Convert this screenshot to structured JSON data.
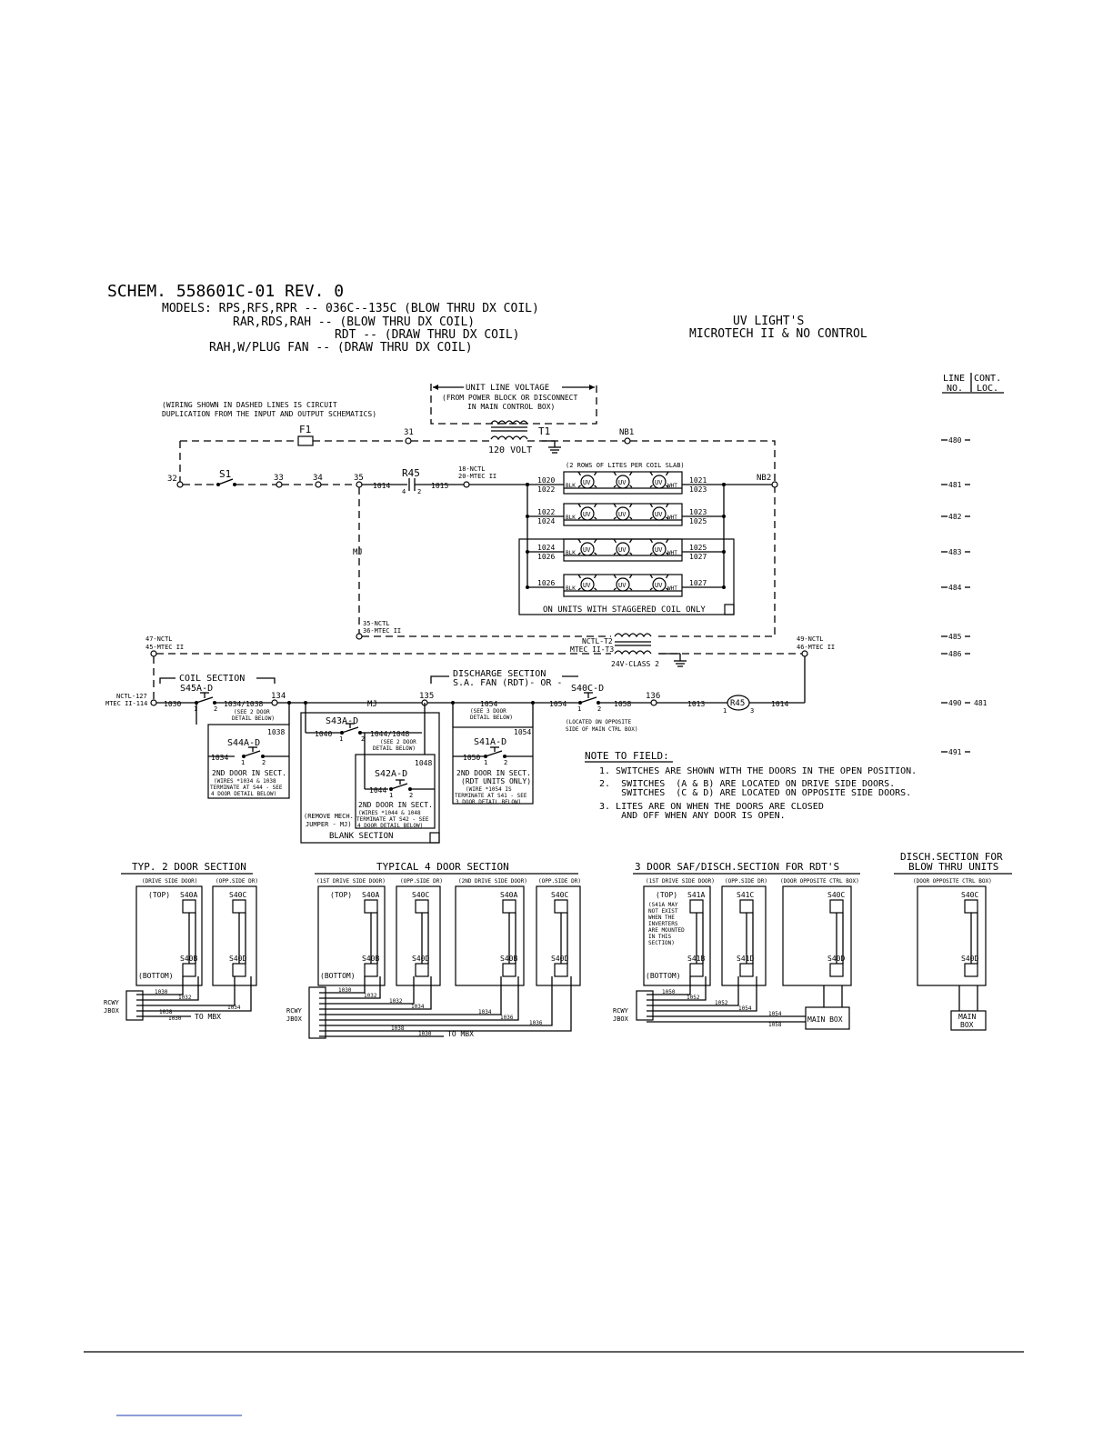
{
  "header": {
    "line1": "SCHEM.   558601C-01   REV. 0",
    "models": [
      "MODELS: RPS,RFS,RPR -- 036C--135C (BLOW THRU DX COIL)",
      "RAR,RDS,RAH -- (BLOW THRU DX COIL)",
      "RDT -- (DRAW THRU DX COIL)",
      "RAH,W/PLUG FAN -- (DRAW THRU DX COIL)"
    ],
    "title1": "UV LIGHT'S",
    "title2": "MICROTECH II & NO CONTROL"
  },
  "col_headers": {
    "line_no_1": "LINE",
    "line_no_2": "NO.",
    "cont_loc_1": "CONT.",
    "cont_loc_2": "LOC."
  },
  "line_numbers": [
    "480",
    "481",
    "482",
    "483",
    "484",
    "485",
    "486",
    "490",
    "481",
    "491"
  ],
  "notes_top": {
    "dashed_1": "(WIRING SHOWN IN DASHED LINES IS CIRCUIT",
    "dashed_2": "DUPLICATION FROM THE INPUT AND OUTPUT SCHEMATICS)",
    "voltage_1": "UNIT LINE VOLTAGE",
    "voltage_2": "(FROM POWER BLOCK OR DISCONNECT",
    "voltage_3": "IN MAIN CONTROL BOX)"
  },
  "labels": {
    "F1": "F1",
    "T1": "T1",
    "V120": "120  VOLT",
    "w31": "31",
    "NB1": "NB1",
    "NB2": "NB2",
    "w32": "32",
    "S1": "S1",
    "w33": "33",
    "w34": "34",
    "w35": "35",
    "R45": "R45",
    "w1014": "1014",
    "w1015": "1015",
    "c4": "4",
    "c2": "2",
    "nctl18": "18-NCTL",
    "mtec20": "20-MTEC II",
    "rows": "(2 ROWS OF LITES PER COIL SLAB)",
    "staggered": "ON UNITS WITH STAGGERED COIL ONLY",
    "MJ": "MJ",
    "nctl35": "35-NCTL",
    "mtec36": "36-MTEC II",
    "nctl47": "47-NCTL",
    "mtec45": "45-MTEC II",
    "nctl49": "49-NCTL",
    "mtec46": "46-MTEC II",
    "t2a": "NCTL-T2",
    "t2b": "MTEC II-T3",
    "class2": "24V-CLASS 2",
    "coil_section": "COIL SECTION",
    "disch1": "DISCHARGE SECTION",
    "disch2": "S.A. FAN (RDT)- OR -",
    "nctl127": "NCTL-127",
    "mtec114": "MTEC II-114",
    "S45": "S45A-D",
    "S44": "S44A-D",
    "S43": "S43A-D",
    "S42": "S42A-D",
    "S41": "S41A-D",
    "S40": "S40C-D",
    "w134": "134",
    "w135": "135",
    "w136": "136",
    "w1030": "1030",
    "w1034_1038": "1034/1038",
    "w1054": "1054",
    "w1058": "1058",
    "w1013": "1013",
    "w1040": "1040",
    "w1044_1048": "1044/1048",
    "w1038": "1038",
    "w1034": "1034",
    "w1048": "1048",
    "w1044": "1044",
    "w1050": "1050",
    "see2a": "(SEE 2 DOOR",
    "see2b": "DETAIL BELOW)",
    "see3a": "(SEE 3 DOOR",
    "see3b": "DETAIL BELOW)",
    "located1": "(LOCATED ON OPPOSITE",
    "located2": "SIDE OF MAIN CTRL BOX)",
    "door2_a": "2ND DOOR IN SECT.",
    "door2_b": "(WIRES *1034 & 1038",
    "door2_c": "TERMINATE AT S44 - SEE",
    "door2_d": "4 DOOR DETAIL BELOW)",
    "door4_a": "2ND DOOR IN SECT.",
    "door4_b": "(WIRES *1044 & 1048",
    "door4_c": "TERMINATE AT S42 - SEE",
    "door4_d": "4 DOOR DETAIL BELOW)",
    "door3_a": "2ND DOOR IN SECT.",
    "door3_b": "(RDT UNITS ONLY)",
    "door3_c": "(WIRE *1054 IS",
    "door3_d": "TERMINATE AT S41 - SEE",
    "door3_e": "3 DOOR DETAIL BELOW)",
    "remove1": "(REMOVE MECH.",
    "remove2": "JUMPER - MJ)",
    "blank": "BLANK SECTION"
  },
  "note_field": {
    "title": "NOTE TO FIELD:",
    "lines": [
      "1.  SWITCHES ARE SHOWN WITH THE DOORS IN THE OPEN POSITION.",
      "2.  SWITCHES  (A & B) ARE LOCATED ON DRIVE SIDE DOORS.",
      "    SWITCHES  (C & D) ARE LOCATED ON OPPOSITE SIDE DOORS.",
      "3.  LITES ARE ON WHEN THE DOORS ARE CLOSED",
      "    AND OFF WHEN ANY DOOR IS OPEN."
    ]
  },
  "uv_rows": [
    {
      "left": [
        "1020",
        "1022"
      ],
      "right": [
        "1021",
        "1023"
      ]
    },
    {
      "left": [
        "1022",
        "1024"
      ],
      "right": [
        "1023",
        "1025"
      ]
    },
    {
      "left": [
        "1024",
        "1026"
      ],
      "right": [
        "1025",
        "1027"
      ]
    },
    {
      "left": [
        "1026"
      ],
      "right": [
        "1027"
      ]
    }
  ],
  "uv": {
    "lamp": "UV",
    "blk": "BLK",
    "wht": "WHT"
  },
  "details": {
    "typ2": {
      "title": "TYP. 2 DOOR SECTION",
      "c1": "(DRIVE SIDE DOOR)",
      "c2": "(OPP.SIDE DR)",
      "top": "(TOP)",
      "bottom": "(BOTTOM)",
      "sw": [
        "S40A",
        "S40B",
        "S40C",
        "S40D"
      ],
      "wires": [
        "1030",
        "1032",
        "1034",
        "1038",
        "1030"
      ],
      "rcwy": "RCWY",
      "jbox": "JBOX",
      "tombx": "TO MBX"
    },
    "typ4": {
      "title": "TYPICAL 4 DOOR SECTION",
      "c1": "(1ST DRIVE SIDE DOOR)",
      "c2": "(OPP.SIDE DR)",
      "c3": "(2ND DRIVE SIDE DOOR)",
      "c4": "(OPP.SIDE DR)",
      "top": "(TOP)",
      "bottom": "(BOTTOM)",
      "sw": [
        "S40A",
        "S40B",
        "S40C",
        "S40D",
        "S40A",
        "S40B",
        "S40C",
        "S40D"
      ],
      "wires": [
        "1030",
        "1032",
        "1032",
        "1034",
        "1034",
        "1036",
        "1036",
        "1038",
        "1030"
      ],
      "rcwy": "RCWY",
      "jbox": "JBOX",
      "tombx": "TO MBX"
    },
    "typ3": {
      "title": "3 DOOR SAF/DISCH.SECTION FOR RDT'S",
      "c1": "(1ST DRIVE SIDE DOOR)",
      "c2": "(OPP.SIDE DR)",
      "c3": "(DOOR OPPOSITE CTRL BOX)",
      "top": "(TOP)",
      "bottom": "(BOTTOM)",
      "note": [
        "(S41A MAY",
        "NOT EXIST",
        "WHEN THE",
        "INVERTERS",
        "ARE MOUNTED",
        "IN THIS",
        "SECTION)"
      ],
      "sw": [
        "S41A",
        "S41B",
        "S41C",
        "S41D",
        "S40C",
        "S40D"
      ],
      "wires": [
        "1050",
        "1052",
        "1052",
        "1054",
        "1054",
        "1058"
      ],
      "rcwy": "RCWY",
      "jbox": "JBOX",
      "mainbox": "MAIN BOX"
    },
    "blow": {
      "title1": "DISCH.SECTION FOR",
      "title2": "BLOW THRU UNITS",
      "c1": "(DOOR OPPOSITE CTRL BOX)",
      "sw": [
        "S40C",
        "S40D"
      ],
      "main": "MAIN",
      "box": "BOX"
    }
  }
}
